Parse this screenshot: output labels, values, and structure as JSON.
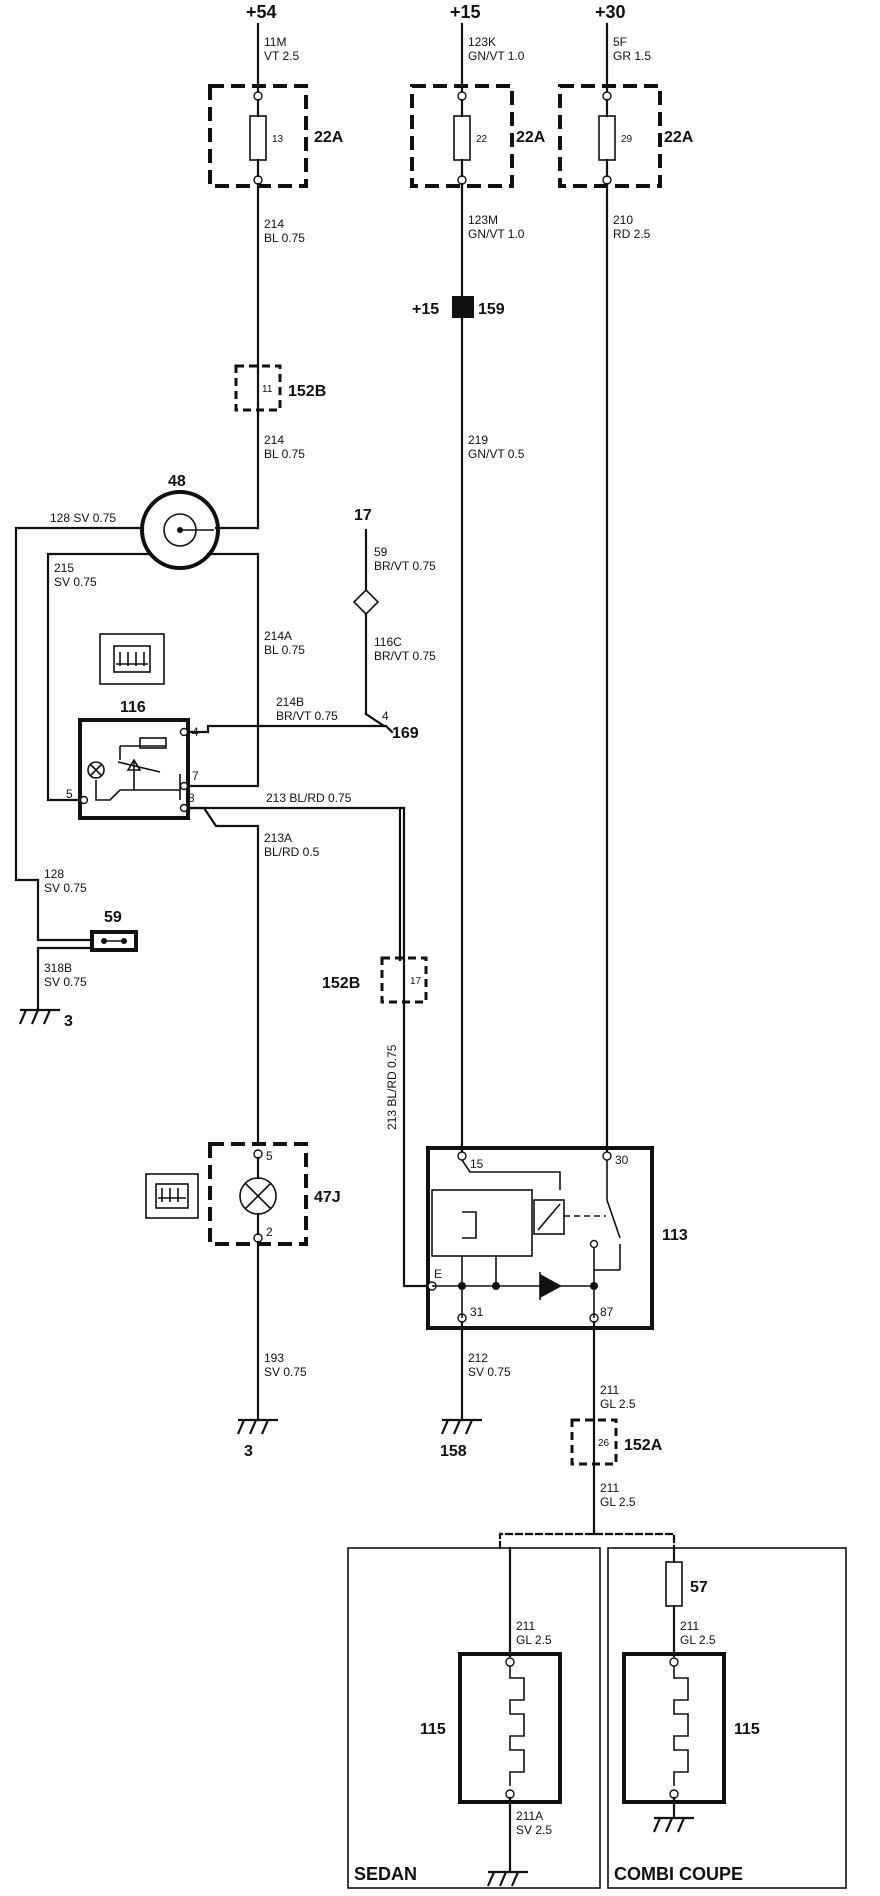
{
  "supplies": {
    "s54": "+54",
    "s15": "+15",
    "s30": "+30",
    "s15b": "+15"
  },
  "fuses": {
    "f13": {
      "num": "13",
      "rating": "22A"
    },
    "f22": {
      "num": "22",
      "rating": "22A"
    },
    "f29": {
      "num": "29",
      "rating": "22A"
    },
    "f57": {
      "num": "57"
    }
  },
  "wires": {
    "w11m": {
      "id": "11M",
      "spec": "VT 2.5"
    },
    "w123k": {
      "id": "123K",
      "spec": "GN/VT 1.0"
    },
    "w5f": {
      "id": "5F",
      "spec": "GR 1.5"
    },
    "w214a_top": {
      "id": "214",
      "spec": "BL 0.75"
    },
    "w123m": {
      "id": "123M",
      "spec": "GN/VT 1.0"
    },
    "w210": {
      "id": "210",
      "spec": "RD 2.5"
    },
    "w214b_top": {
      "id": "214",
      "spec": "BL 0.75"
    },
    "w219": {
      "id": "219",
      "spec": "GN/VT 0.5"
    },
    "w128a": {
      "text": "128 SV 0.75"
    },
    "w215": {
      "id": "215",
      "spec": "SV 0.75"
    },
    "w59": {
      "id": "59",
      "spec": "BR/VT 0.75"
    },
    "w116c": {
      "id": "116C",
      "spec": "BR/VT 0.75"
    },
    "w214A": {
      "id": "214A",
      "spec": "BL  0.75"
    },
    "w214B": {
      "id": "214B",
      "spec": "BR/VT  0.75"
    },
    "w213": {
      "text": "213  BL/RD  0.75"
    },
    "w213A": {
      "id": "213A",
      "spec": "BL/RD 0.5"
    },
    "w128b": {
      "id": "128",
      "spec": "SV  0.75"
    },
    "w318b": {
      "id": "318B",
      "spec": "SV  0.75"
    },
    "w213v": {
      "text": "213 BL/RD 0.75"
    },
    "w193": {
      "id": "193",
      "spec": "SV  0.75"
    },
    "w212": {
      "id": "212",
      "spec": "SV  0.75"
    },
    "w211a": {
      "id": "211",
      "spec": "GL 2.5"
    },
    "w211b": {
      "id": "211",
      "spec": "GL  2.5"
    },
    "w211c": {
      "id": "211",
      "spec": "GL  2.5"
    },
    "w211d": {
      "id": "211",
      "spec": "GL 2.5"
    },
    "w211A": {
      "id": "211A",
      "spec": "SV 2.5"
    }
  },
  "components": {
    "c159": "159",
    "c152b_top": {
      "label": "152B",
      "pin": "11"
    },
    "c48": "48",
    "c17": "17",
    "c169": "169",
    "c116": "116",
    "c59": "59",
    "c152b_mid": {
      "label": "152B",
      "pin": "17"
    },
    "c47j": "47J",
    "c113": "113",
    "c152a": {
      "label": "152A",
      "pin": "26"
    },
    "c115_sedan": "115",
    "c115_combi": "115",
    "c57": "57"
  },
  "pins": {
    "p116_4": "4",
    "p116_5": "5",
    "p116_7": "7",
    "p116_8": "8",
    "p169_4": "4",
    "p47_5": "5",
    "p47_2": "2",
    "p113_15": "15",
    "p113_30": "30",
    "p113_E": "E",
    "p113_31": "31",
    "p113_87": "87"
  },
  "grounds": {
    "g3a": "3",
    "g3b": "3",
    "g158": "158"
  },
  "sections": {
    "sedan": "SEDAN",
    "combi": "COMBI COUPE"
  }
}
